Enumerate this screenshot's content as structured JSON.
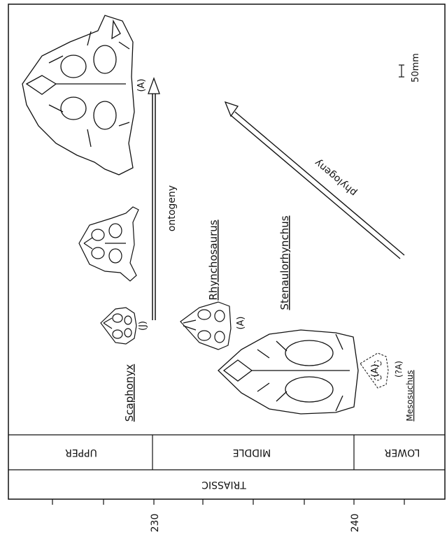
{
  "time_scale": {
    "period": "TRIASSIC",
    "epochs": [
      "UPPER",
      "MIDDLE",
      "LOWER"
    ],
    "ticks": [
      "230",
      "240"
    ]
  },
  "taxa": [
    {
      "name": "Scaphonyx",
      "stage_label": "(J)"
    },
    {
      "name": "Rhynchosaurus",
      "stage_label": "(A)"
    },
    {
      "name": "Stenaulorhynchus",
      "stage_label": "(A)"
    },
    {
      "name": "Mesosuchus",
      "stage_label": "(?A)"
    }
  ],
  "top_skull_label": "(A)",
  "arrows": {
    "ontogeny": "ontogeny",
    "phylogeny": "phylogeny"
  },
  "scale_bar": "50mm"
}
